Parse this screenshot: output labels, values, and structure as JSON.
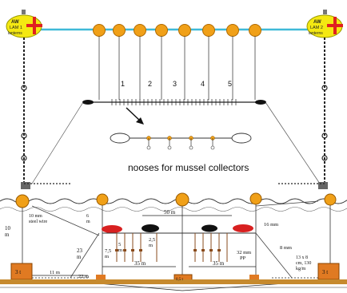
{
  "top": {
    "left_buoy": {
      "line1": "AW",
      "line2": "LAM 1",
      "line3": "lanterns"
    },
    "right_buoy": {
      "line1": "AW",
      "line2": "LAM 2",
      "line3": "lanterns"
    },
    "collector_numbers": [
      "1",
      "2",
      "3",
      "4",
      "5"
    ],
    "nooses_caption": "nooses for mussel collectors"
  },
  "bottom": {
    "depth_left": "10\nm",
    "steel_wire": "10 mm\nsteel wire",
    "small_6": "6\nm",
    "span_50m": "50 m",
    "rope_16mm": "16 mm",
    "depth_23m": "23\nm",
    "depth_7_5m": "7,5\nm",
    "depth_5m": "5\nm",
    "depth_2_5m": "2,5\nm",
    "rope_32mm": "32 mm\nPP",
    "rope_8mm": "8 mm",
    "anchor_spec": "13 x 8\ncm, 130\nkg/m",
    "dist_11m": "11 m",
    "dist_22m": "22 m",
    "dist_35m_left": "35 m",
    "dist_35m_right": "35 m",
    "anchor_left": "3 t",
    "anchor_right": "3 t",
    "anchor_center": "0,5 t"
  },
  "colors": {
    "buoy_orange": "#f0a018",
    "top_line": "#3fb9d8",
    "seabed": "#c68a2e",
    "anchor_block": "#e07a22",
    "float_red": "#d82020",
    "lantern_yellow": "#f4e812"
  }
}
